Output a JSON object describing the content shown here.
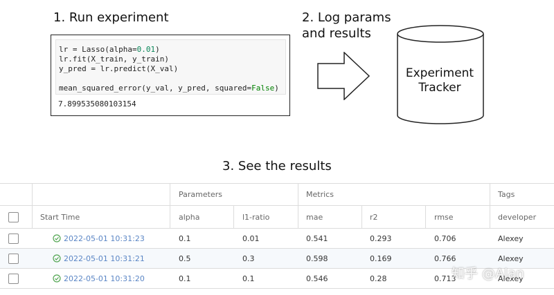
{
  "steps": {
    "run": "1. Run experiment",
    "log_line1": "2. Log params",
    "log_line2": "and results",
    "see": "3. See the results"
  },
  "code": {
    "line1_a": "lr = Lasso(alpha=",
    "line1_num": "0.01",
    "line1_b": ")",
    "line2": "lr.fit(X_train, y_train)",
    "line3": "y_pred = lr.predict(X_val)",
    "line4_a": "mean_squared_error(y_val, y_pred, squared=",
    "line4_kw": "False",
    "line4_b": ")",
    "output": "7.899535080103154"
  },
  "tracker": {
    "line1": "Experiment",
    "line2": "Tracker"
  },
  "table": {
    "groups": {
      "parameters": "Parameters",
      "metrics": "Metrics",
      "tags": "Tags"
    },
    "columns": {
      "start_time": "Start Time",
      "alpha": "alpha",
      "l1_ratio": "l1-ratio",
      "mae": "mae",
      "r2": "r2",
      "rmse": "rmse",
      "developer": "developer"
    },
    "rows": [
      {
        "start_time": "2022-05-01 10:31:23",
        "alpha": "0.1",
        "l1_ratio": "0.01",
        "mae": "0.541",
        "r2": "0.293",
        "rmse": "0.706",
        "developer": "Alexey"
      },
      {
        "start_time": "2022-05-01 10:31:21",
        "alpha": "0.5",
        "l1_ratio": "0.3",
        "mae": "0.598",
        "r2": "0.169",
        "rmse": "0.766",
        "developer": "Alexey"
      },
      {
        "start_time": "2022-05-01 10:31:20",
        "alpha": "0.1",
        "l1_ratio": "0.1",
        "mae": "0.546",
        "r2": "0.28",
        "rmse": "0.713",
        "developer": "Alexey"
      }
    ]
  },
  "colors": {
    "success": "#52a552",
    "time_link": "#5b86c5"
  },
  "watermark": "知乎 @Alan"
}
